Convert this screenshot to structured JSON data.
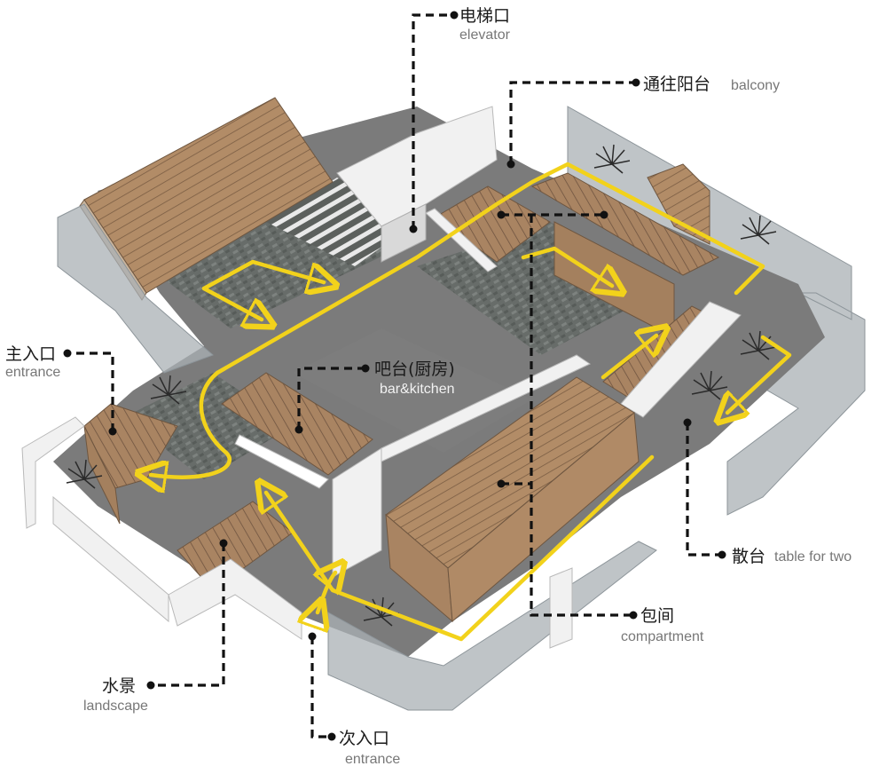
{
  "diagram": {
    "type": "architectural-axonometric-plan",
    "colors": {
      "circulation_path": "#f2d21b",
      "leader_line": "#111111",
      "wood": "#b08a66",
      "floor": "#7b7b7b",
      "wall": "#f1f1f1",
      "glass": "#a9b0b4",
      "label_cn": "#1a1a1a",
      "label_en": "#777777"
    },
    "labels": [
      {
        "id": "elevator",
        "cn": "电梯口",
        "en": "elevator"
      },
      {
        "id": "balcony",
        "cn": "通往阳台",
        "en": "balcony"
      },
      {
        "id": "main-entrance",
        "cn": "主入口",
        "en": "entrance"
      },
      {
        "id": "bar-kitchen",
        "cn": "吧台(厨房)",
        "en": "bar&kitchen"
      },
      {
        "id": "table-for-two",
        "cn": "散台",
        "en": "table for two"
      },
      {
        "id": "compartment",
        "cn": "包间",
        "en": "compartment"
      },
      {
        "id": "landscape",
        "cn": "水景",
        "en": "landscape"
      },
      {
        "id": "secondary-entrance",
        "cn": "次入口",
        "en": "entrance"
      }
    ]
  }
}
